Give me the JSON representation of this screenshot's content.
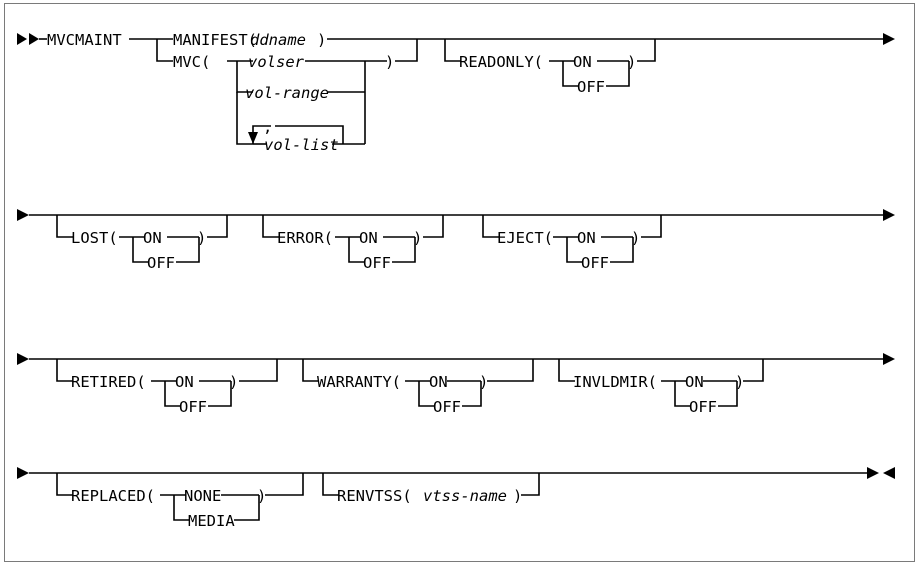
{
  "diagram": {
    "kind": "railroad-syntax-diagram",
    "command": "MVCMAINT",
    "start_marker": "►►",
    "line_continue_marker": "►",
    "end_marker": "►◄",
    "colors": {
      "ink": "#000000",
      "border": "#7a7a7a",
      "background": "#ffffff"
    },
    "rows": [
      {
        "id": "row-1",
        "labels": {
          "command": "MVCMAINT",
          "manifest": "MANIFEST(",
          "manifest_arg": "ddname",
          "manifest_close": ")",
          "mvc": "MVC(",
          "mvc_close": ")",
          "volser": "volser",
          "vol_range": "vol-range",
          "vol_list": "vol-list",
          "comma": ",",
          "readonly": "READONLY(",
          "readonly_close": ")",
          "on": "ON",
          "off": "OFF"
        }
      },
      {
        "id": "row-2",
        "labels": {
          "lost": "LOST(",
          "lost_close": ")",
          "error": "ERROR(",
          "error_close": ")",
          "eject": "EJECT(",
          "eject_close": ")",
          "on": "ON",
          "off": "OFF"
        }
      },
      {
        "id": "row-3",
        "labels": {
          "retired": "RETIRED(",
          "retired_close": ")",
          "warranty": "WARRANTY(",
          "warranty_close": ")",
          "invldmir": "INVLDMIR(",
          "invldmir_close": ")",
          "on": "ON",
          "off": "OFF"
        }
      },
      {
        "id": "row-4",
        "labels": {
          "replaced": "REPLACED(",
          "replaced_close": ")",
          "none": "NONE",
          "media": "MEDIA",
          "renvtss": "RENVTSS(",
          "renvtss_arg": "vtss-name",
          "renvtss_close": ")"
        }
      }
    ],
    "keywords": [
      "MVCMAINT",
      "MANIFEST",
      "MVC",
      "READONLY",
      "LOST",
      "ERROR",
      "EJECT",
      "RETIRED",
      "WARRANTY",
      "INVLDMIR",
      "REPLACED",
      "RENVTSS"
    ],
    "option_values": [
      "ON",
      "OFF",
      "NONE",
      "MEDIA"
    ],
    "variables": [
      "ddname",
      "volser",
      "vol-range",
      "vol-list",
      "vtss-name"
    ]
  }
}
